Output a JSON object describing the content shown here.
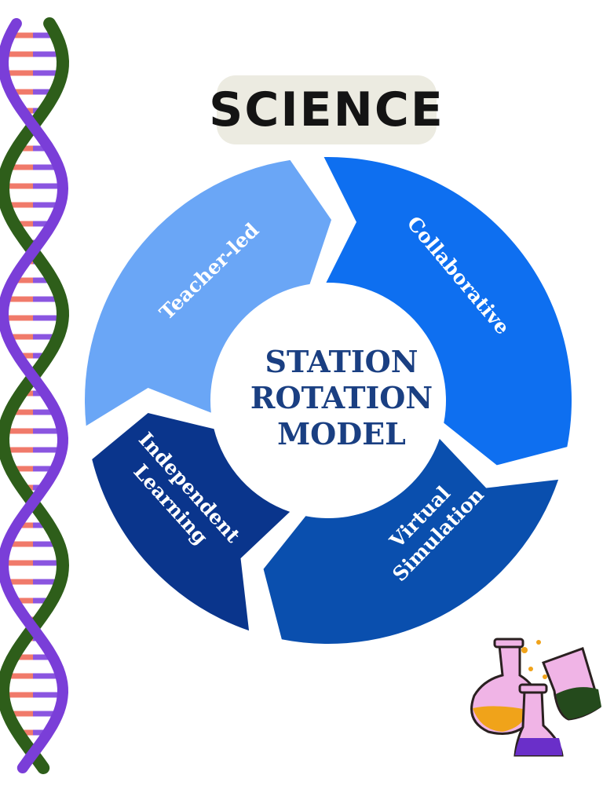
{
  "title": "SCIENCE",
  "center": {
    "line1": "STATION",
    "line2": "ROTATION",
    "line3": "MODEL"
  },
  "segments": {
    "teacher_led": "Teacher-led",
    "collaborative": "Collaborative",
    "independent_line1": "Independent",
    "independent_line2": "Learning",
    "virtual_line1": "Virtual",
    "virtual_line2": "Simulation"
  },
  "colors": {
    "teacher_led": "#6aa6f6",
    "collaborative": "#0e6ff0",
    "virtual": "#0a4fae",
    "independent": "#0a358c",
    "center_text": "#1a3f82",
    "title_bg": "#ecebe1"
  }
}
